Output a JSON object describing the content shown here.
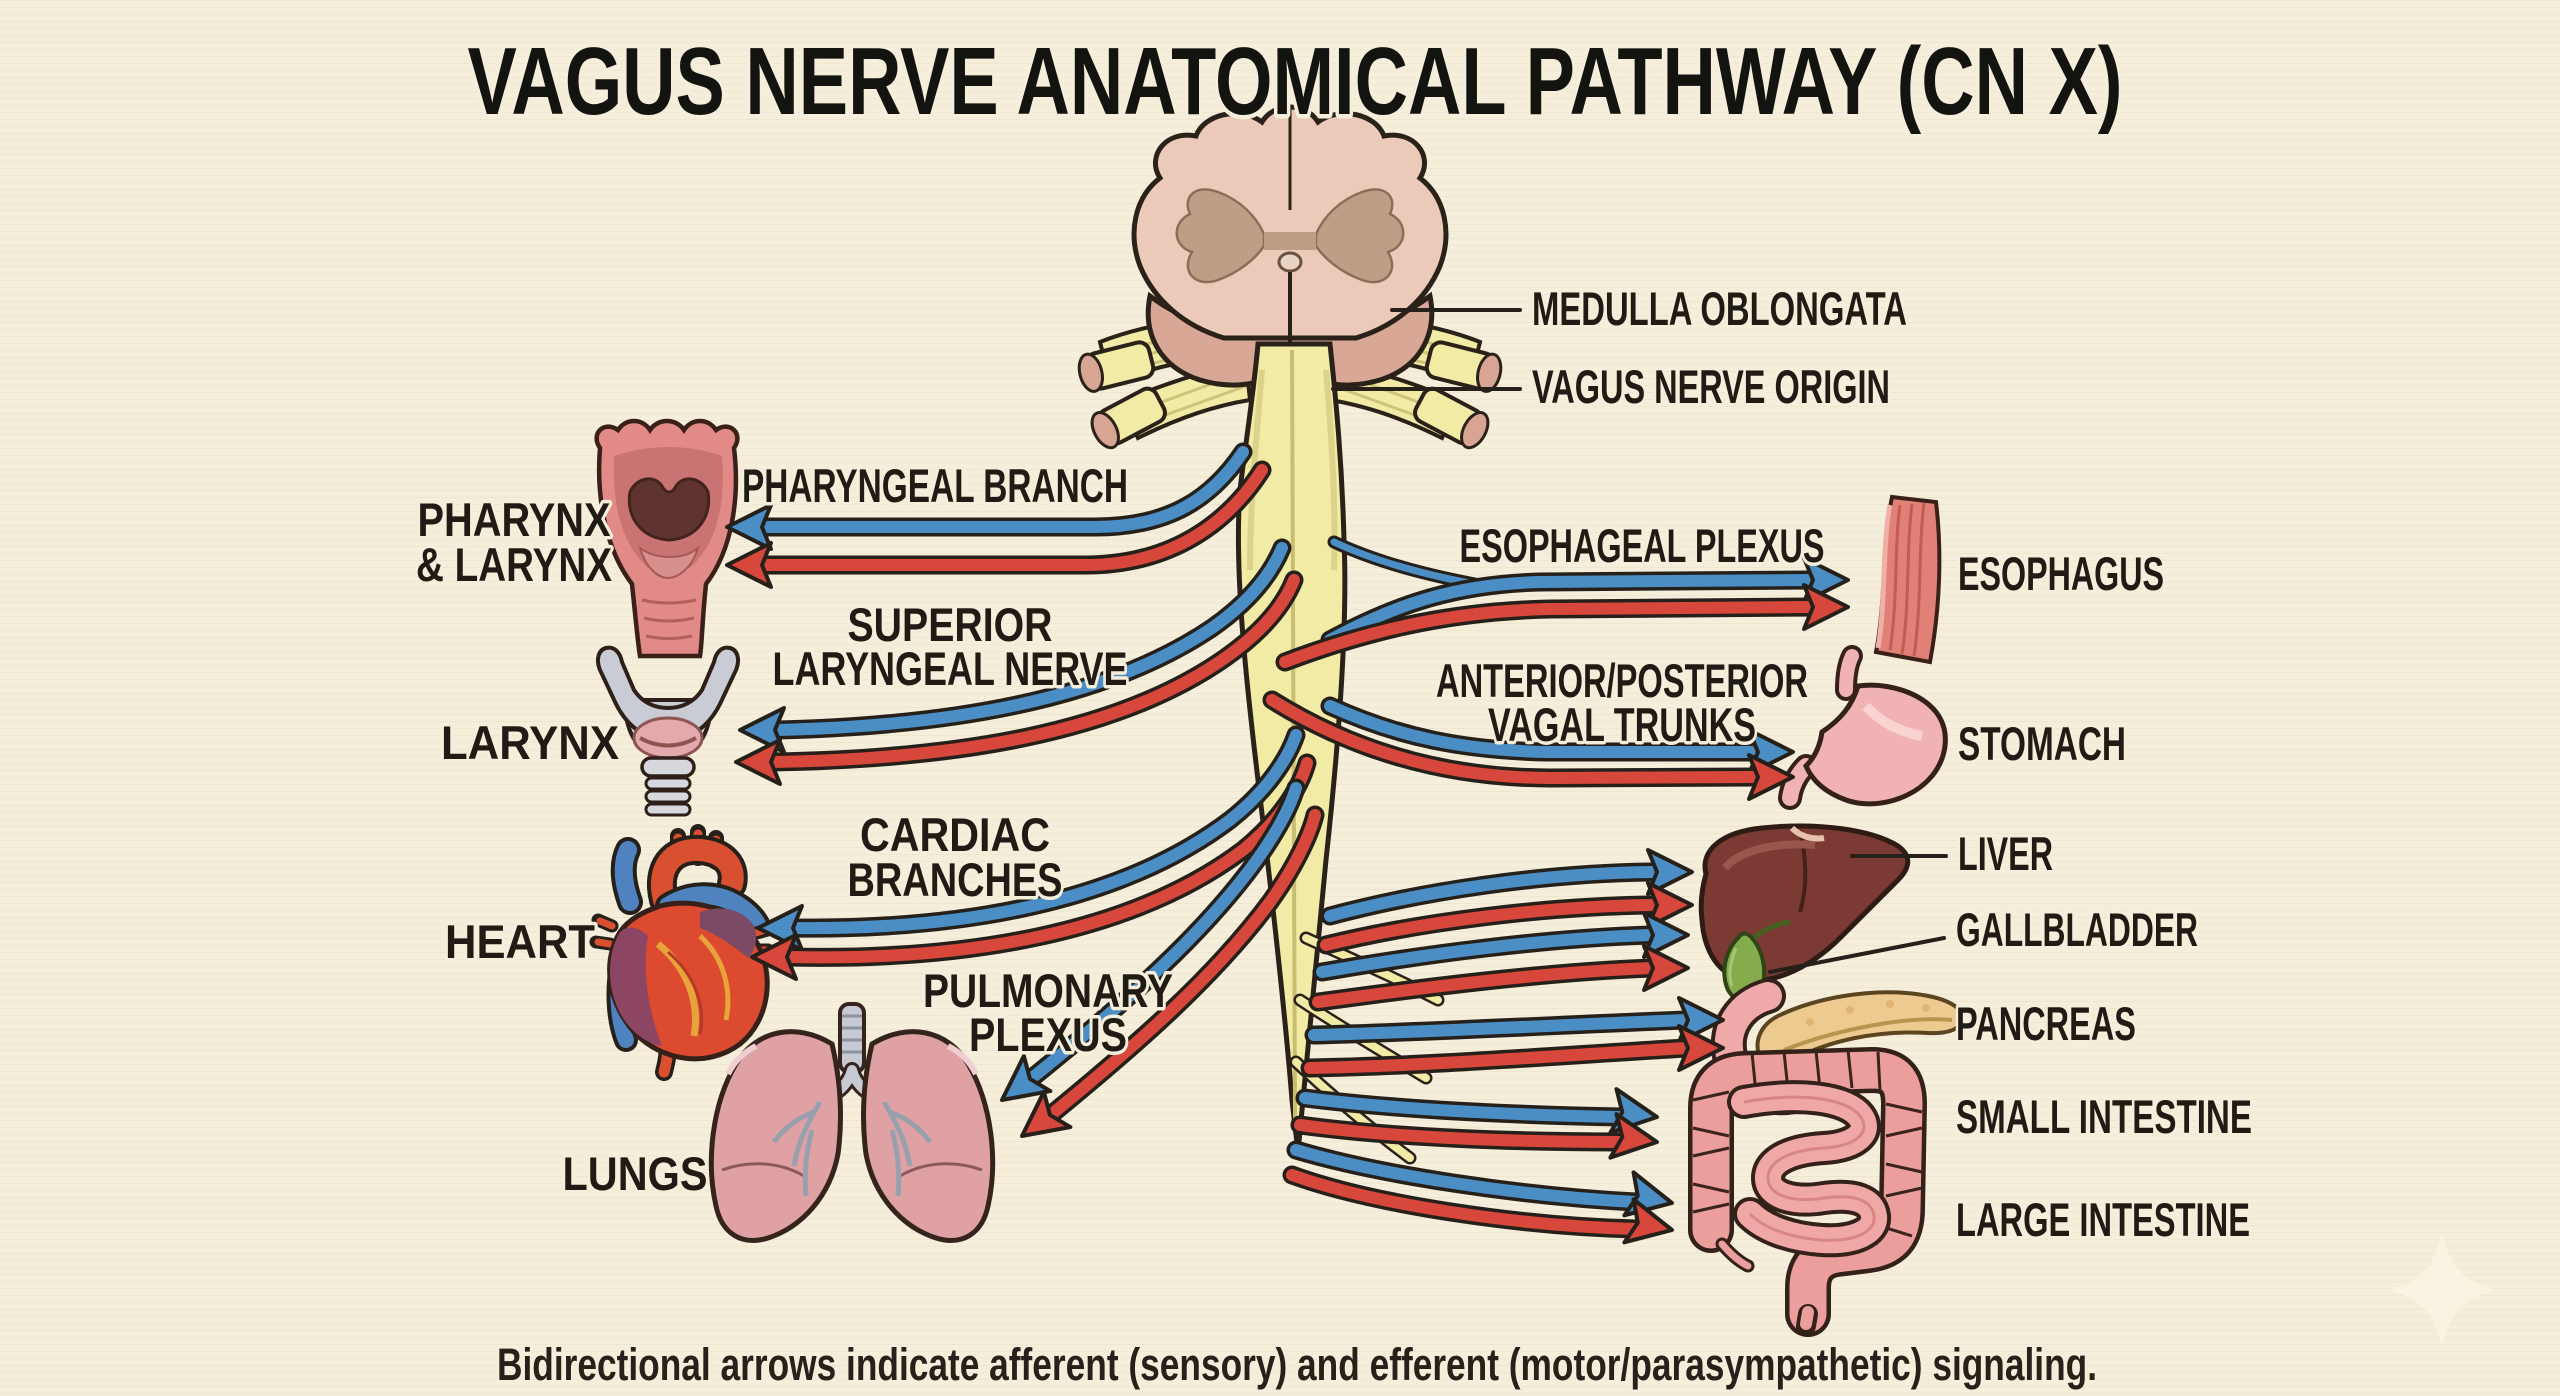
{
  "title": "VAGUS NERVE ANATOMICAL PATHWAY (CN X)",
  "caption": "Bidirectional arrows indicate afferent (sensory) and efferent (motor/parasympathetic) signaling.",
  "colors": {
    "background": "#f4eeda",
    "afferent_blue": "#4a8ec5",
    "efferent_red": "#d8473c",
    "nerve_yellow": "#f1eba5",
    "outline": "#26201a",
    "text": "#201b14"
  },
  "labels": {
    "medulla": "MEDULLA OBLONGATA",
    "vagus_origin": "VAGUS NERVE ORIGIN",
    "pharyngeal_branch": "PHARYNGEAL BRANCH",
    "pharynx_line1": "PHARYNX",
    "pharynx_line2": "& LARYNX",
    "superior_laryngeal_line1": "SUPERIOR",
    "superior_laryngeal_line2": "LARYNGEAL NERVE",
    "larynx": "LARYNX",
    "cardiac_line1": "CARDIAC",
    "cardiac_line2": "BRANCHES",
    "heart": "HEART",
    "pulmonary_line1": "PULMONARY",
    "pulmonary_line2": "PLEXUS",
    "lungs": "LUNGS",
    "esophageal_plexus": "ESOPHAGEAL PLEXUS",
    "esophagus": "ESOPHAGUS",
    "vagal_trunks_line1": "ANTERIOR/POSTERIOR",
    "vagal_trunks_line2": "VAGAL TRUNKS",
    "stomach": "STOMACH",
    "liver": "LIVER",
    "gallbladder": "GALLBLADDER",
    "pancreas": "PANCREAS",
    "small_intestine": "SMALL INTESTINE",
    "large_intestine": "LARGE INTESTINE"
  },
  "branches": [
    {
      "branch": "PHARYNGEAL BRANCH",
      "target": "PHARYNX & LARYNX"
    },
    {
      "branch": "SUPERIOR LARYNGEAL NERVE",
      "target": "LARYNX"
    },
    {
      "branch": "CARDIAC BRANCHES",
      "target": "HEART"
    },
    {
      "branch": "PULMONARY PLEXUS",
      "target": "LUNGS"
    },
    {
      "branch": "ESOPHAGEAL PLEXUS",
      "target": "ESOPHAGUS"
    },
    {
      "branch": "ANTERIOR/POSTERIOR VAGAL TRUNKS",
      "target": "STOMACH, LIVER, GALLBLADDER, PANCREAS, SMALL INTESTINE, LARGE INTESTINE"
    }
  ]
}
